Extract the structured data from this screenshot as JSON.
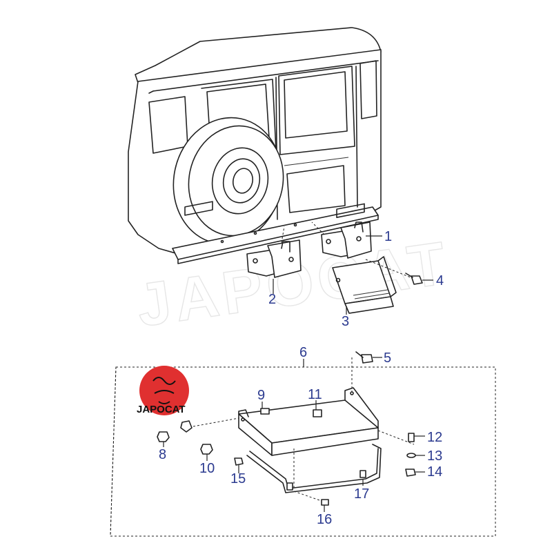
{
  "diagram": {
    "watermark": "JAPOCAT",
    "logo": {
      "text": "JAPOCAT",
      "color": "#e03030"
    },
    "callout_color": "#2b3a8f",
    "callouts": [
      {
        "id": "1",
        "label": "1"
      },
      {
        "id": "2",
        "label": "2"
      },
      {
        "id": "3",
        "label": "3"
      },
      {
        "id": "4",
        "label": "4"
      },
      {
        "id": "5",
        "label": "5"
      },
      {
        "id": "6",
        "label": "6"
      },
      {
        "id": "8",
        "label": "8"
      },
      {
        "id": "9",
        "label": "9"
      },
      {
        "id": "10",
        "label": "10"
      },
      {
        "id": "11",
        "label": "11"
      },
      {
        "id": "12",
        "label": "12"
      },
      {
        "id": "13",
        "label": "13"
      },
      {
        "id": "14",
        "label": "14"
      },
      {
        "id": "15",
        "label": "15"
      },
      {
        "id": "16",
        "label": "16"
      },
      {
        "id": "17",
        "label": "17"
      }
    ]
  }
}
